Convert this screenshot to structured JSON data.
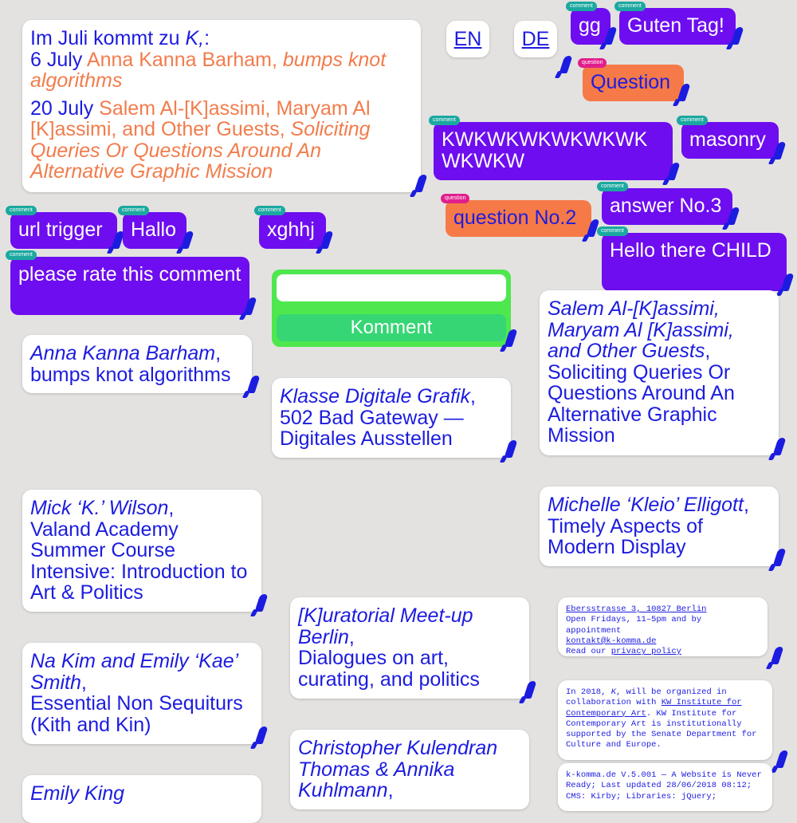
{
  "lang": {
    "en": "EN",
    "de": "DE"
  },
  "announce": {
    "intro_pre": "Im Juli kommt zu ",
    "intro_k": "K,",
    "intro_post": ":",
    "e1_date": "6 July",
    "e1_name": "Anna Kanna Barham,",
    "e1_title": "bumps knot algorithms",
    "e2_date": "20 July",
    "e2_name": "Salem Al-[K]assimi, Maryam Al [K]assimi, and Other Guests,",
    "e2_title": "Soliciting Queries Or Questions Around An Alternative Graphic Mission"
  },
  "comments": [
    {
      "tag": "comment",
      "text": "gg"
    },
    {
      "tag": "comment",
      "text": "Guten Tag!"
    },
    {
      "tag": "question",
      "text": "Question"
    },
    {
      "tag": "comment",
      "text": "KWKWKWKWKWKWK WKWKW"
    },
    {
      "tag": "comment",
      "text": "masonry"
    },
    {
      "tag": "question",
      "text": "question No.2"
    },
    {
      "tag": "comment",
      "text": "answer No.3"
    },
    {
      "tag": "comment",
      "text": "Hello there CHILD"
    },
    {
      "tag": "comment",
      "text": "url trigger"
    },
    {
      "tag": "comment",
      "text": "Hallo"
    },
    {
      "tag": "comment",
      "text": "xghhj"
    },
    {
      "tag": "comment",
      "text": "please rate this comment"
    }
  ],
  "form": {
    "input_value": "",
    "button_label": "Komment"
  },
  "cards": [
    {
      "name": "Anna Kanna Barham",
      "sep": ",",
      "title": "bumps knot algorithms"
    },
    {
      "name": "Klasse Digitale Grafik",
      "sep": ",",
      "title": "502 Bad Gateway — Digitales Ausstellen"
    },
    {
      "name": "Salem Al-[K]assimi, Maryam Al [K]assimi, and Other Guests",
      "sep": ",",
      "title": "Soliciting Queries Or Questions Around An Alternative Graphic Mission"
    },
    {
      "name": "Mick ‘K.’ Wilson",
      "sep": ",",
      "title": "Valand Academy Summer Course Intensive: Introduction to Art & Politics"
    },
    {
      "name": "Michelle ‘Kleio’ Elligott",
      "sep": ",",
      "title": "Timely Aspects of Modern Display"
    },
    {
      "name": "[K]uratorial Meet-up Berlin",
      "sep": ",",
      "title": "Dialogues on art, curating, and politics"
    },
    {
      "name": "Na Kim and Emily ‘Kae’ Smith",
      "sep": ",",
      "title": "Essential Non Sequiturs (Kith and Kin)"
    },
    {
      "name": "Christopher Kulendran Thomas & Annika Kuhlmann",
      "sep": ",",
      "title": ""
    },
    {
      "name": "Emily King",
      "sep": "",
      "title": ""
    }
  ],
  "info": {
    "address": "Ebersstrasse 3, 10827 Berlin",
    "hours": "Open Fridays, 11–5pm and by appointment",
    "email": "kontakt@k-komma.de",
    "privacy_pre": "Read our ",
    "privacy_link": "privacy policy"
  },
  "about": {
    "t1": "In 2018, ",
    "k": "K",
    "t2": ", will be organized in collaboration with ",
    "kw_link": "KW Institute for Contemporary Art",
    "t3": ". KW Institute for Contemporary Art is institutionally supported by the Senate Department for Culture and Europe."
  },
  "version": {
    "text": "k-komma.de V.5.001 — A Website is Never Ready; Last updated 28/06/2018 08:12; CMS: Kirby; Libraries: jQuery;"
  }
}
